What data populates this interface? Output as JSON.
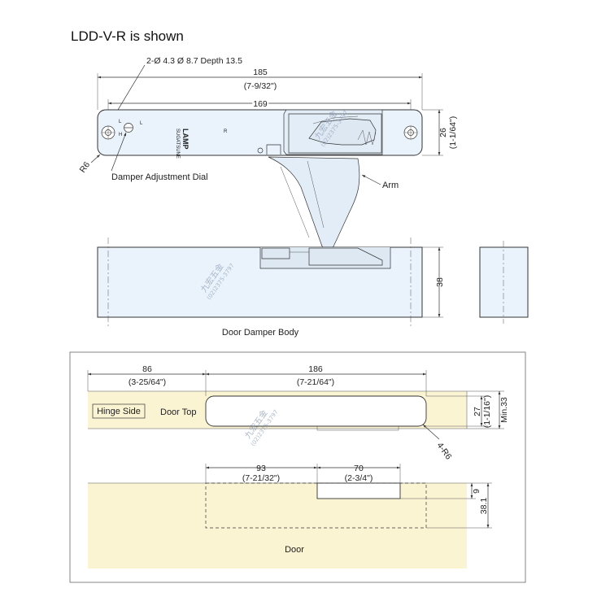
{
  "title": "LDD-V-R is shown",
  "top_view": {
    "hole_callout": "2-Ø 4.3   Ø 8.7 Depth 13.5",
    "dim_overall_mm": "185",
    "dim_overall_in": "(7-9/32\")",
    "dim_holes_mm": "169",
    "dim_height_mm": "26",
    "dim_height_in": "(1-1/64\")",
    "radius_label": "R6",
    "dial_label": "Damper Adjustment Dial",
    "arm_label": "Arm",
    "brand_text": "LAMP",
    "brand_sub": "SUGATSUNE",
    "side_mark": "R",
    "dial_mark": "L"
  },
  "side_view": {
    "dim_height_mm": "38",
    "caption": "Door Damper Body"
  },
  "install": {
    "dim_hinge_mm": "86",
    "dim_hinge_in": "(3-25/64\")",
    "dim_slot_mm": "186",
    "dim_slot_in": "(7-21/64\")",
    "dim_slot_h_mm": "27",
    "dim_slot_h_in": "(1-1/16\")",
    "dim_min": "Min.33",
    "radius_label": "4-R6",
    "hinge_side_label": "Hinge Side",
    "door_top_label": "Door Top",
    "dim_93_mm": "93",
    "dim_93_in": "(7-21/32\")",
    "dim_70_mm": "70",
    "dim_70_in": "(2-3/4\")",
    "dim_9": "9",
    "dim_381": "38.1",
    "door_label": "Door"
  },
  "watermark": {
    "chars": "九宏五金",
    "phone": "(02)2375-3797"
  }
}
